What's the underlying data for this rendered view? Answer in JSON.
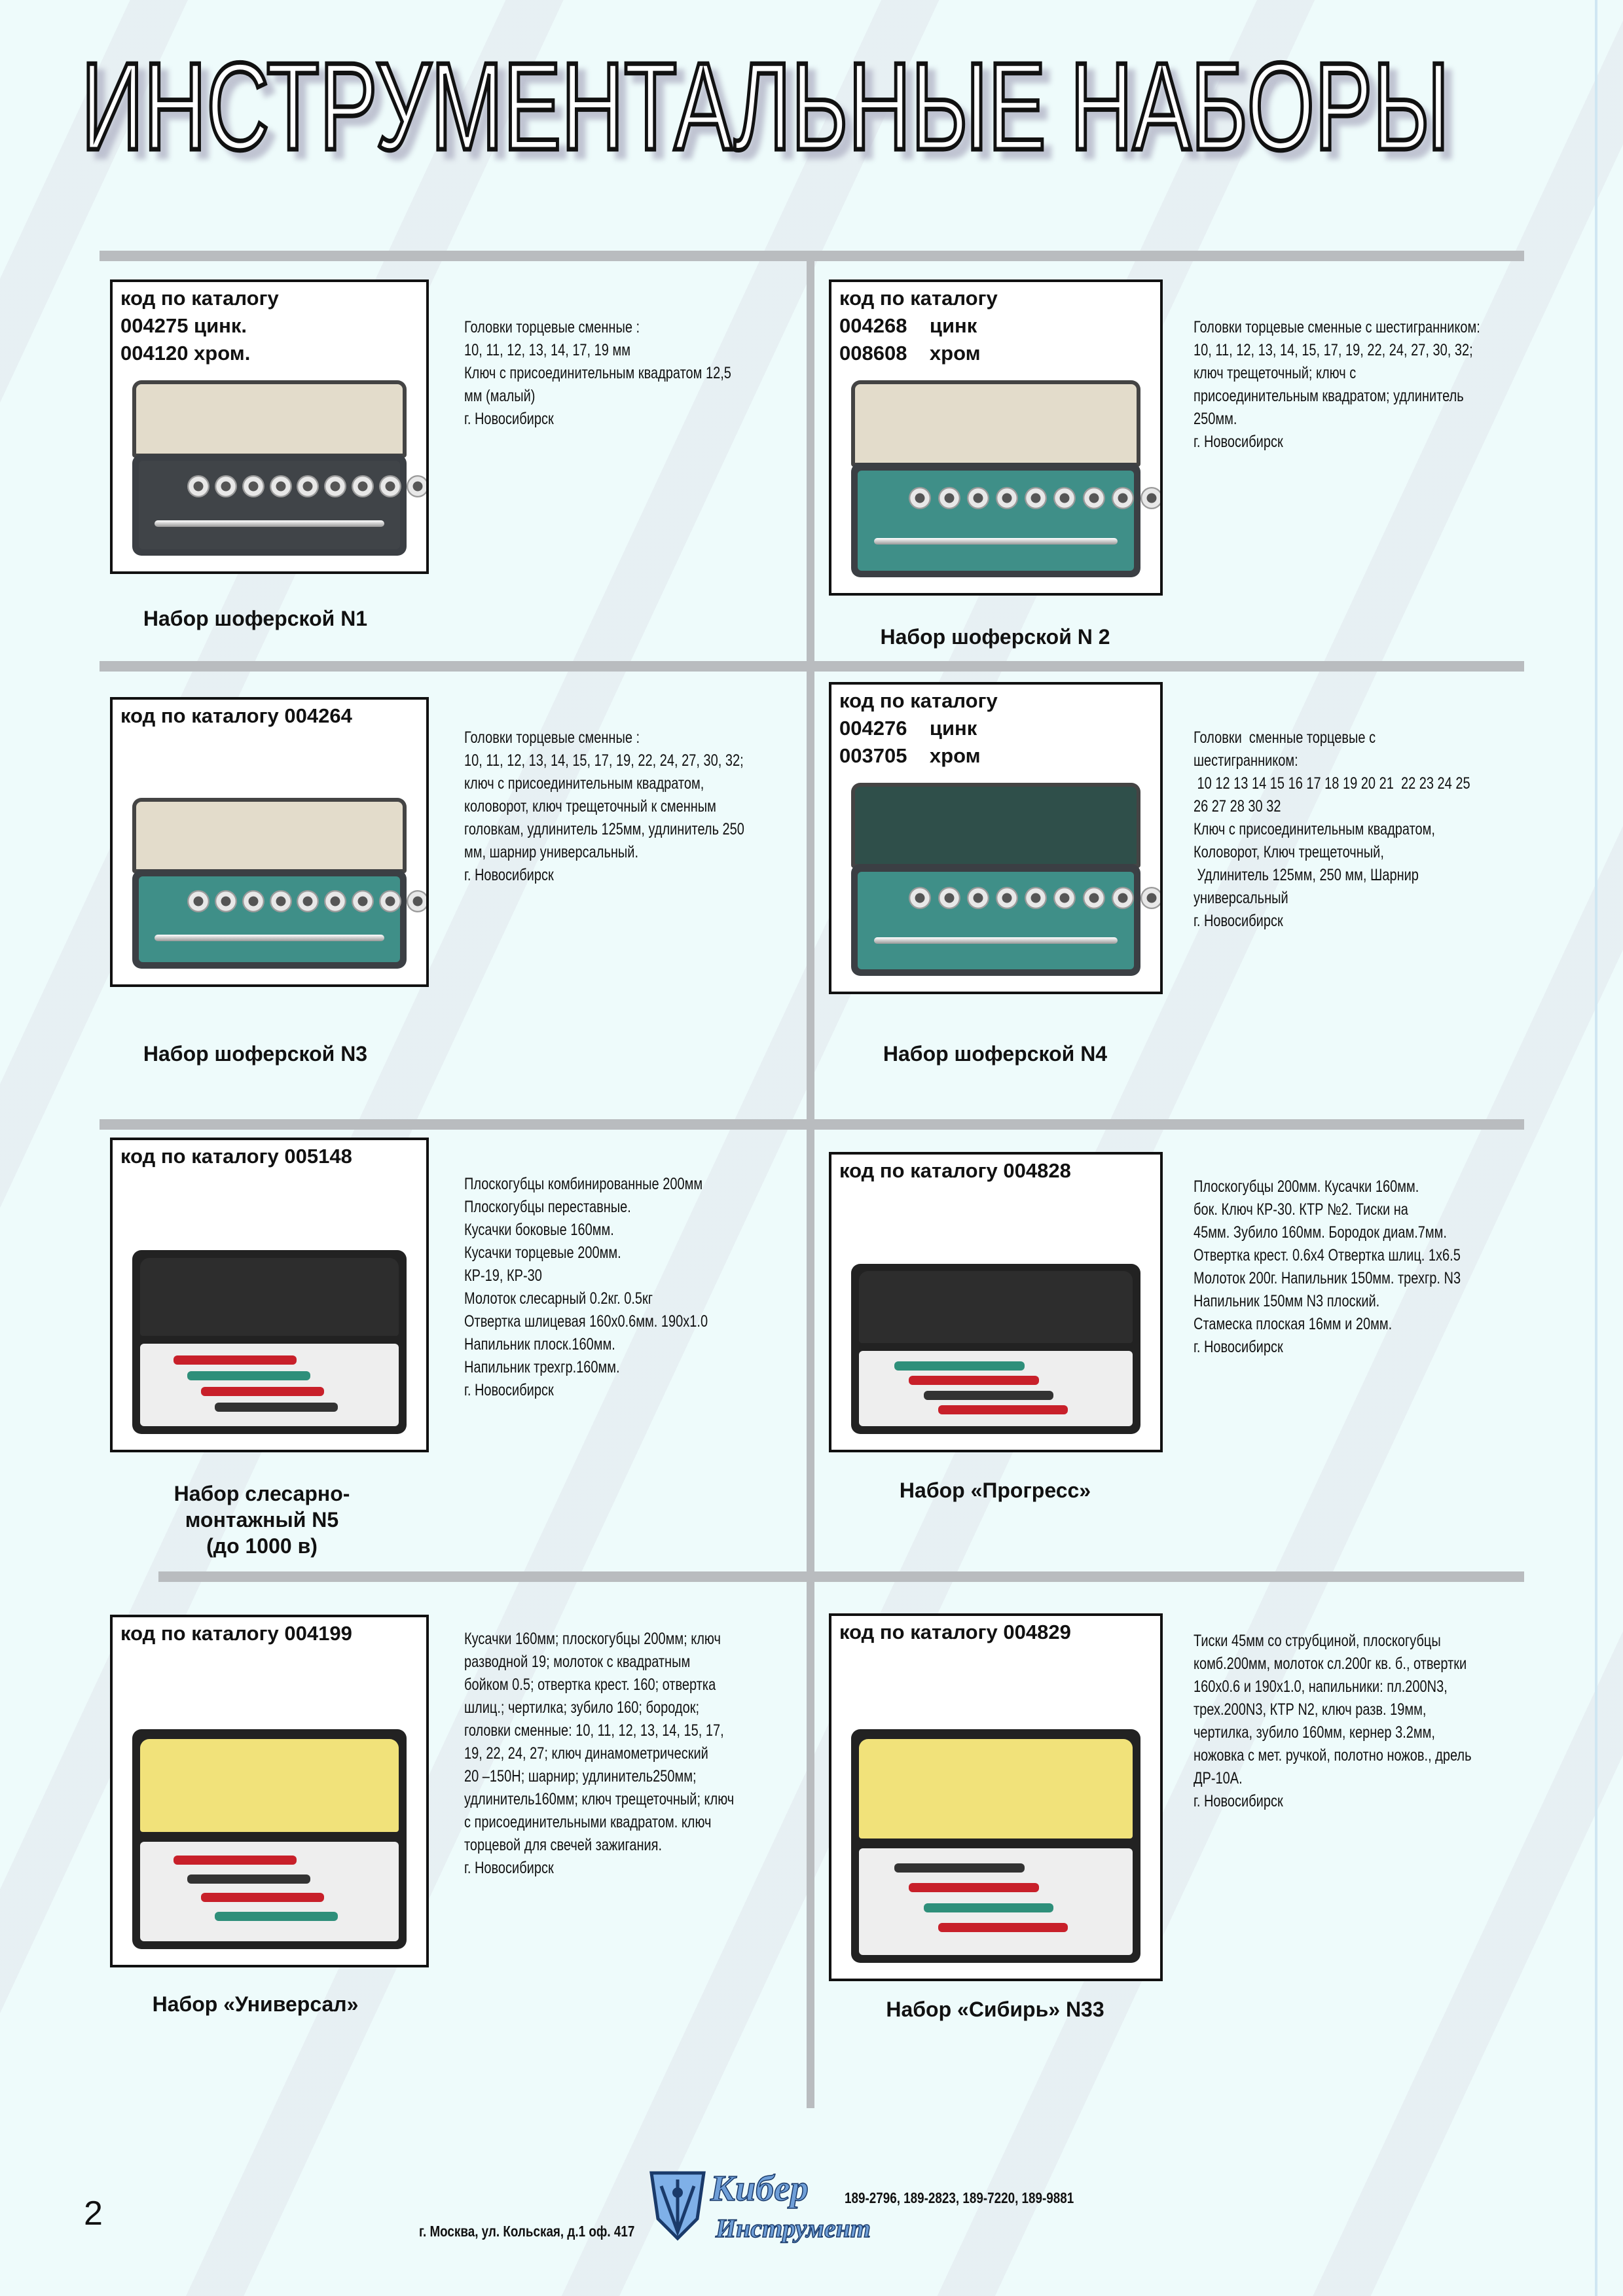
{
  "page_title": "ИНСТРУМЕНТАЛЬНЫЕ НАБОРЫ",
  "sets": [
    {
      "code": "код по каталогу\n004275 цинк.\n004120 хром.",
      "name": "Набор шоферской N1",
      "desc": [
        "Головки торцевые сменные :",
        "10, 11, 12, 13, 14, 17, 19 мм",
        "Ключ с присоединительным квадратом 12,5",
        "мм (малый)",
        "г. Новосибирск"
      ]
    },
    {
      "code": "код по каталогу\n004268    цинк\n008608    хром",
      "name": "Набор шоферской N 2",
      "desc": [
        "Головки торцевые сменные с шестигранником:",
        "10, 11, 12, 13, 14, 15, 17, 19, 22, 24, 27, 30, 32;",
        "ключ трещеточный; ключ с",
        "присоединительным квадратом; удлинитель",
        "250мм.",
        "г. Новосибирск"
      ]
    },
    {
      "code": "код по каталогу 004264",
      "name": "Набор шоферской N3",
      "desc": [
        "Головки торцевые сменные :",
        "10, 11, 12, 13, 14, 15, 17, 19, 22, 24, 27, 30, 32;",
        "ключ с присоединительным квадратом,",
        "коловорот, ключ трещеточный к сменным",
        "головкам, удлинитель 125мм, удлинитель 250",
        "мм, шарнир универсальный.",
        "г. Новосибирск"
      ]
    },
    {
      "code": "код по каталогу\n004276    цинк\n003705    хром",
      "name": "Набор шоферской N4",
      "desc": [
        "Головки  сменные торцевые с",
        "шестигранником:",
        " 10 12 13 14 15 16 17 18 19 20 21  22 23 24 25",
        "26 27 28 30 32",
        "Ключ с присоединительным квадратом,",
        "Коловорот, Ключ трещеточный,",
        " Удлинитель 125мм, 250 мм, Шарнир",
        "универсальный",
        "г. Новосибирск"
      ]
    },
    {
      "code": "код по каталогу 005148",
      "name": "Набор слесарно-\nмонтажный N5\n(до 1000 в)",
      "desc": [
        "Плоскогубцы комбинированные 200мм",
        "Плоскогубцы переставные.",
        "Кусачки боковые 160мм.",
        "Кусачки торцевые 200мм.",
        "КР-19, КР-30",
        "Молоток слесарный 0.2кг. 0.5кг",
        "Отвертка шлицевая 160х0.6мм. 190х1.0",
        "Напильник плоск.160мм.",
        "Напильник трехгр.160мм.",
        "г. Новосибирск"
      ]
    },
    {
      "code": "код по каталогу 004828",
      "name": "Набор «Прогресс»",
      "desc": [
        "Плоскогубцы 200мм. Кусачки 160мм.",
        "бок. Ключ КР-30. КТР №2. Тиски на",
        "45мм. Зубило 160мм. Бородок диам.7мм.",
        "Отвертка крест. 0.6х4 Отвертка шлиц. 1х6.5",
        "Молоток 200г. Напильник 150мм. трехгр. N3",
        "Напильник 150мм N3 плоский.",
        "Стамеска плоская 16мм и 20мм.",
        "г. Новосибирск"
      ]
    },
    {
      "code": "код по каталогу 004199",
      "name": "Набор «Универсал»",
      "desc": [
        "Кусачки 160мм; плоскогубцы 200мм; ключ",
        "разводной 19; молоток с квадратным",
        "бойком 0.5; отвертка крест. 160; отвертка",
        "шлиц.; чертилка; зубило 160; бородок;",
        "головки сменные: 10, 11, 12, 13, 14, 15, 17,",
        "19, 22, 24, 27; ключ динамометрический",
        "20 –150Н; шарнир; удлинитель250мм;",
        "удлинитель160мм; ключ трещеточный; ключ",
        "с присоединительными квадратом. ключ",
        "торцевой для свечей зажигания.",
        "г. Новосибирск"
      ]
    },
    {
      "code": "код по каталогу 004829",
      "name": "Набор «Сибирь» N33",
      "desc": [
        "Тиски 45мм со струбциной, плоскогубцы",
        "комб.200мм, молоток сл.200г кв. б., отвертки",
        "160х0.6 и 190х1.0, напильники: пл.200N3,",
        "трех.200N3, КТР N2, ключ разв. 19мм,",
        "чертилка, зубило 160мм, кернер 3.2мм,",
        "ножовка с мет. ручкой, полотно ножов., дрель",
        "ДР-10А.",
        "г. Новосибирск"
      ]
    }
  ],
  "footer": {
    "page_number": "2",
    "brand": "Кибер Инструмент",
    "phones": "189-2796, 189-2823, 189-7220, 189-9881",
    "address": "г. Москва, ул. Кольская, д.1 оф. 417"
  },
  "colors": {
    "divider": "#b9bcbf",
    "background": "#eefbfb",
    "logo_blue": "#6f9fd8"
  }
}
